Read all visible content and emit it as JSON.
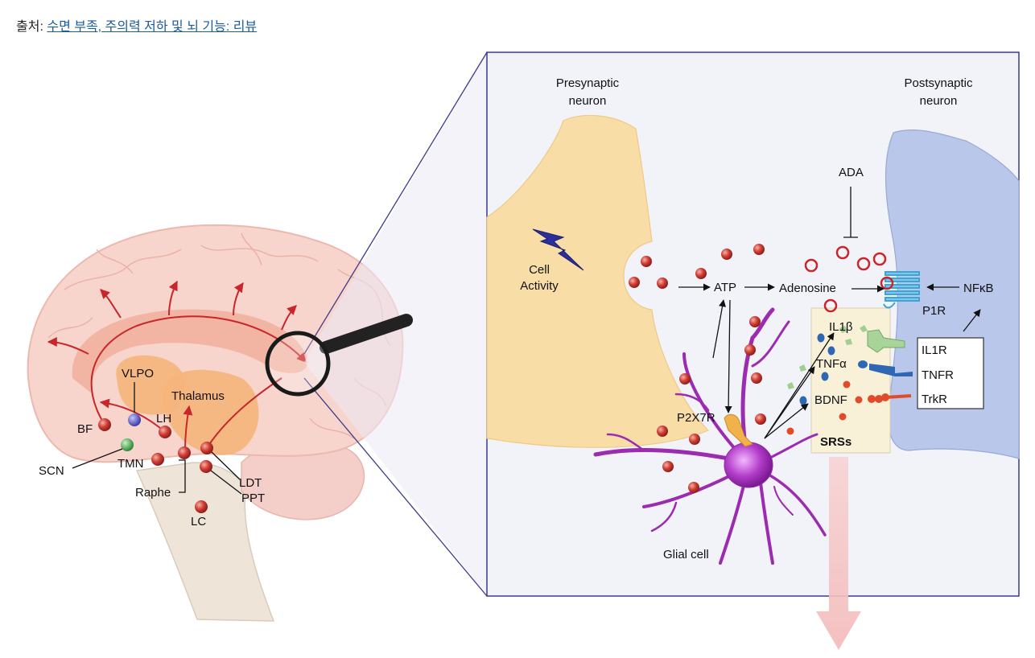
{
  "source": {
    "prefix": "출처: ",
    "link_text": "수면 부족, 주의력 저하 및 뇌 기능: 리뷰"
  },
  "brain": {
    "labels": {
      "vlpo": "VLPO",
      "thalamus": "Thalamus",
      "lh": "LH",
      "bf": "BF",
      "scn": "SCN",
      "tmn": "TMN",
      "raphe": "Raphe",
      "ldt": "LDT",
      "ppt": "PPT",
      "lc": "LC"
    }
  },
  "synapse": {
    "presynaptic": [
      "Presynaptic",
      "neuron"
    ],
    "postsynaptic": [
      "Postsynaptic",
      "neuron"
    ],
    "cell_activity": [
      "Cell",
      "Activity"
    ],
    "ada": "ADA",
    "atp": "ATP",
    "adenosine": "Adenosine",
    "p1r": "P1R",
    "nfkb": "NFκB",
    "il1b": "IL1β",
    "tnfa": "TNFα",
    "bdnf": "BDNF",
    "srss": "SRSs",
    "p2x7r": "P2X7R",
    "glial": "Glial cell",
    "receptors": [
      "IL1R",
      "TNFR",
      "TrkR"
    ]
  },
  "colors": {
    "dot_red": "#c83a32",
    "astro_purple": "#9b2bb0",
    "pre_neuron": "#f9dda6",
    "post_neuron": "#b9c7ea",
    "frame": "#3c3a8c",
    "link": "#1a5c9e"
  }
}
